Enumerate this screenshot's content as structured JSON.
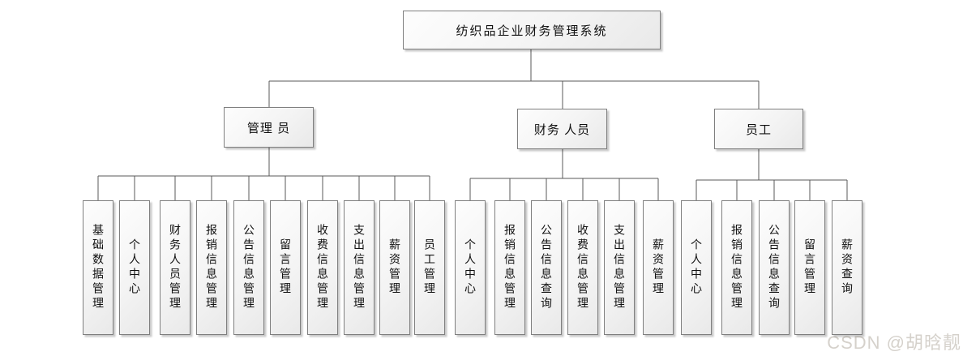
{
  "diagram": {
    "root": {
      "label": "纺织品企业财务管理系统"
    },
    "branches": [
      {
        "label": "管理 员",
        "children": [
          "基础数据管理",
          "个人中心",
          "财务人员管理",
          "报销信息管理",
          "公告信息管理",
          "留言管理",
          "收费信息管理",
          "支出信息管理",
          "薪资管理",
          "员工管理"
        ]
      },
      {
        "label": "财务 人员",
        "children": [
          "个人中心",
          "报销信息管理",
          "公告信息查询",
          "收费信息管理",
          "支出信息管理",
          "薪资管理"
        ]
      },
      {
        "label": "员工",
        "children": [
          "个人中心",
          "报销信息管理",
          "公告信息查询",
          "留言管理",
          "薪资查询"
        ]
      }
    ]
  },
  "watermark": "CSDN @胡晗靓",
  "colors": {
    "line": "#595959",
    "box_border": "#7f7f7f",
    "box_background_top": "#fdfdfd",
    "box_background_bottom": "#e9e9e9",
    "text": "#111111",
    "watermark_text": "#d5d1cb"
  }
}
